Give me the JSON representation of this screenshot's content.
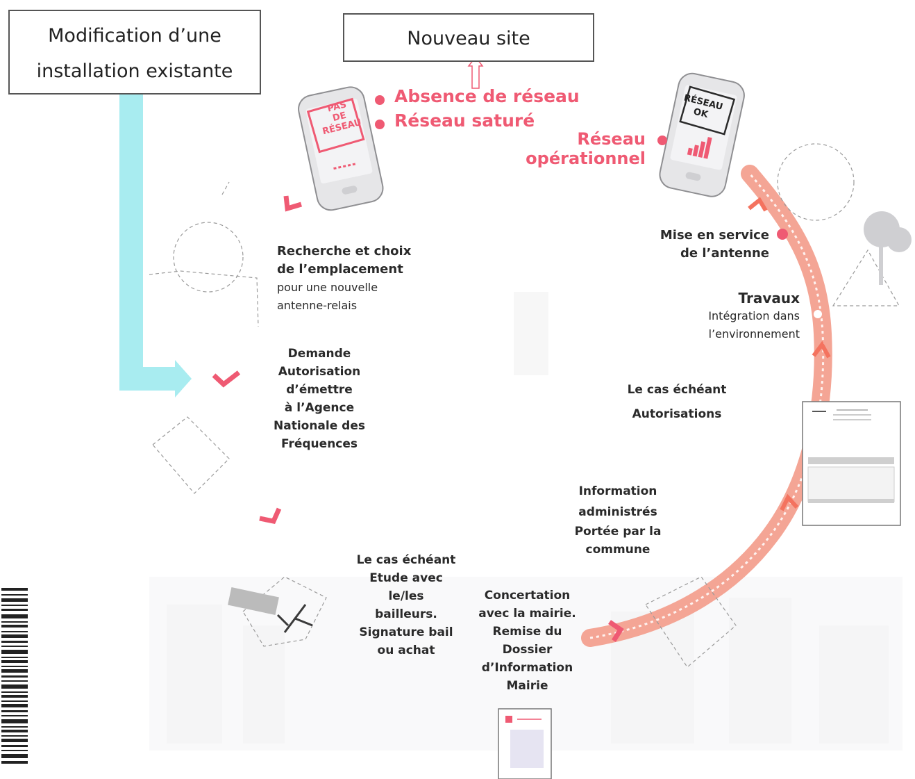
{
  "boxes": {
    "modification": "Modification d’une installation existante",
    "nouveau_site": "Nouveau site"
  },
  "phone_pas_reseau": {
    "line1": "PAS",
    "line2": "DE",
    "line3": "RÉSEAU"
  },
  "phone_reseau_ok": {
    "line1": "RÉSEAU",
    "line2": "OK"
  },
  "problems": [
    "Absence de réseau",
    "Réseau saturé"
  ],
  "result": {
    "line1": "Réseau",
    "line2": "opérationnel"
  },
  "steps": {
    "recherche": {
      "title1": "Recherche et choix",
      "title2": "de l’emplacement",
      "sub1": "pour une nouvelle",
      "sub2": "antenne-relais"
    },
    "demande": [
      "Demande",
      "Autorisation",
      "d’émettre",
      "à l’Agence",
      "Nationale des",
      "Fréquences"
    ],
    "bailleurs": [
      "Le cas échéant",
      "Etude avec",
      "le/les",
      "bailleurs.",
      "Signature bail",
      "ou achat"
    ],
    "concertation": [
      "Concertation",
      "avec la mairie.",
      "Remise du",
      "Dossier",
      "d’Information",
      "Mairie"
    ],
    "information": [
      "Information",
      "administrés",
      "Portée par la",
      "commune"
    ],
    "autorisations": [
      "Le cas échéant",
      "Autorisations"
    ],
    "travaux": {
      "title": "Travaux",
      "sub1": "Intégration dans",
      "sub2": "l’environnement"
    },
    "mise_en_service": {
      "line1": "Mise en service",
      "line2": "de l’antenne"
    }
  },
  "colors": {
    "pink": "#ef5a73",
    "cyan": "#a8ecf0",
    "arrow_red": "#f4735f",
    "box_border": "#555555"
  }
}
